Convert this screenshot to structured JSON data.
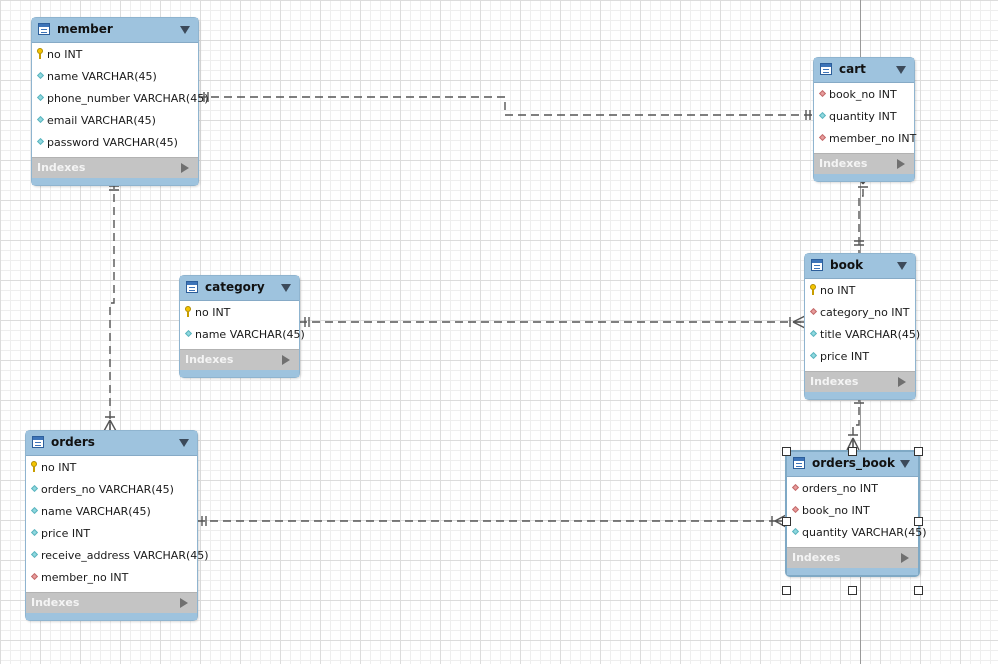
{
  "colors": {
    "header": "#9ec3de",
    "indexes_bar": "#c4c4c4",
    "primary_key": "#f4c400",
    "column": "#8fd8df",
    "foreign_key": "#e79c9c",
    "relationship_line": "#555555"
  },
  "entities": {
    "member": {
      "title": "member",
      "fields": [
        {
          "label": "no INT",
          "kind": "pk"
        },
        {
          "label": "name VARCHAR(45)",
          "kind": "col"
        },
        {
          "label": "phone_number VARCHAR(45)",
          "kind": "col"
        },
        {
          "label": "email VARCHAR(45)",
          "kind": "col"
        },
        {
          "label": "password VARCHAR(45)",
          "kind": "col"
        }
      ],
      "indexes_label": "Indexes"
    },
    "cart": {
      "title": "cart",
      "fields": [
        {
          "label": "book_no INT",
          "kind": "fk"
        },
        {
          "label": "quantity INT",
          "kind": "col"
        },
        {
          "label": "member_no INT",
          "kind": "fk"
        }
      ],
      "indexes_label": "Indexes"
    },
    "category": {
      "title": "category",
      "fields": [
        {
          "label": "no INT",
          "kind": "pk"
        },
        {
          "label": "name VARCHAR(45)",
          "kind": "col"
        }
      ],
      "indexes_label": "Indexes"
    },
    "book": {
      "title": "book",
      "fields": [
        {
          "label": "no INT",
          "kind": "pk"
        },
        {
          "label": "category_no INT",
          "kind": "fk"
        },
        {
          "label": "title VARCHAR(45)",
          "kind": "col"
        },
        {
          "label": "price INT",
          "kind": "col"
        }
      ],
      "indexes_label": "Indexes"
    },
    "orders": {
      "title": "orders",
      "fields": [
        {
          "label": "no INT",
          "kind": "pk"
        },
        {
          "label": "orders_no VARCHAR(45)",
          "kind": "col"
        },
        {
          "label": "name VARCHAR(45)",
          "kind": "col"
        },
        {
          "label": "price INT",
          "kind": "col"
        },
        {
          "label": "receive_address VARCHAR(45)",
          "kind": "col"
        },
        {
          "label": "member_no INT",
          "kind": "fk"
        }
      ],
      "indexes_label": "Indexes"
    },
    "orders_book": {
      "title": "orders_book",
      "fields": [
        {
          "label": "orders_no INT",
          "kind": "fk"
        },
        {
          "label": "book_no INT",
          "kind": "fk"
        },
        {
          "label": "quantity VARCHAR(45)",
          "kind": "col"
        }
      ],
      "indexes_label": "Indexes",
      "selected": true
    }
  }
}
